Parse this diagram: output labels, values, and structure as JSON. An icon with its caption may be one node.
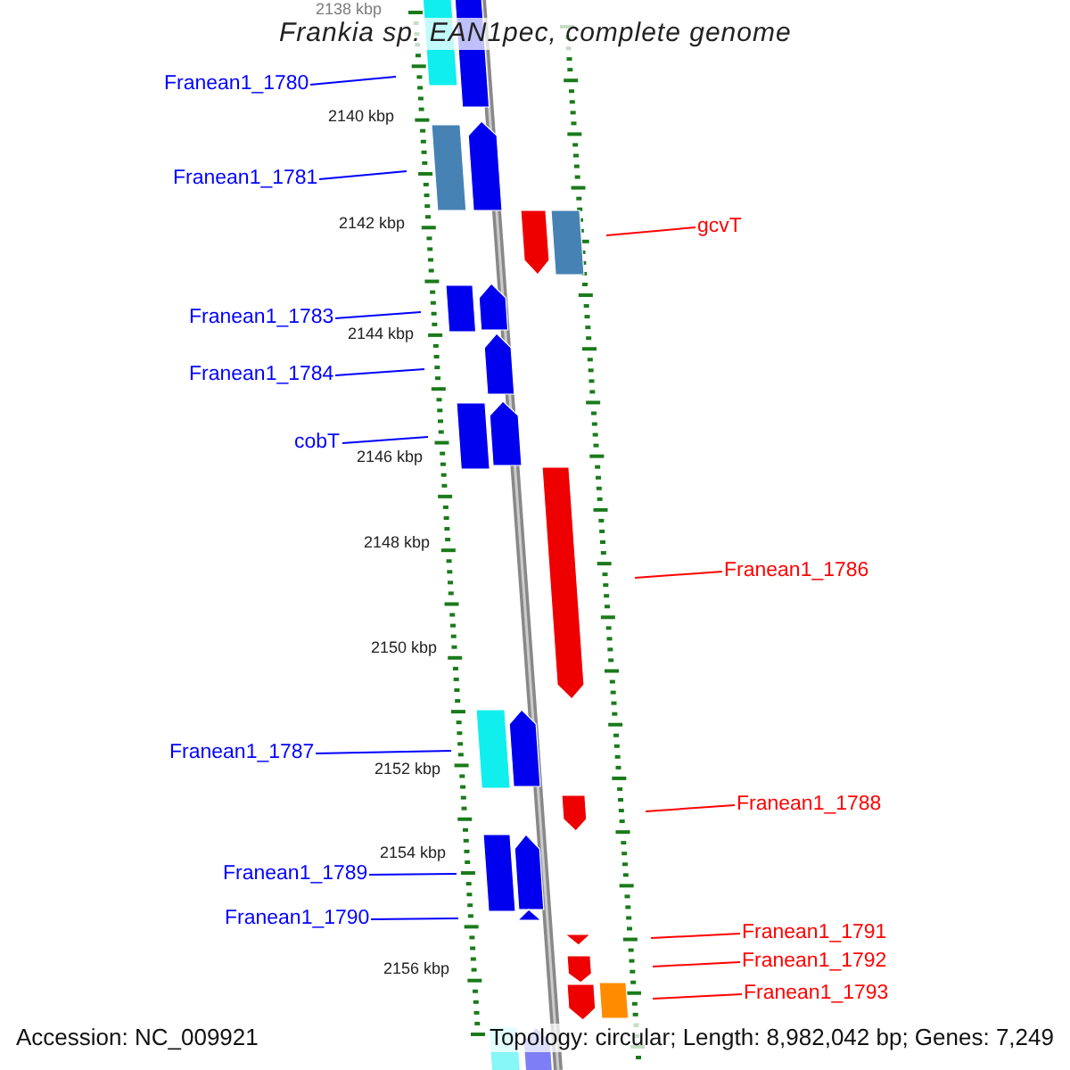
{
  "diagram": {
    "title": "Frankia sp. EAN1pec, complete genome",
    "nodes": [
      {
        "text": [
          "Franean1_1780"
        ]
      },
      {
        "text": [
          "Franean1_1781"
        ]
      },
      {
        "text": [
          "gcvT"
        ]
      },
      {
        "text": [
          "Franean1_1783"
        ]
      },
      {
        "text": [
          "Franean1_1784"
        ]
      },
      {
        "text": [
          "cobT"
        ]
      },
      {
        "text": [
          "Franean1_1786"
        ]
      },
      {
        "text": [
          "Franean1_1787"
        ]
      },
      {
        "text": [
          "Franean1_1788"
        ]
      },
      {
        "text": [
          "Franean1_1789"
        ]
      },
      {
        "text": [
          "Franean1_1790"
        ]
      },
      {
        "text": [
          "Franean1_1791"
        ]
      },
      {
        "text": [
          "Franean1_1792"
        ]
      },
      {
        "text": [
          "Franean1_1793"
        ]
      }
    ],
    "edges": [
      {
        "from": 0,
        "to": null,
        "arrow": "none"
      },
      {
        "from": 1,
        "to": null,
        "arrow": "none"
      },
      {
        "from": 2,
        "to": null,
        "arrow": "none",
        "color": "#ff0000"
      },
      {
        "from": 3,
        "to": null,
        "arrow": "none"
      },
      {
        "from": 4,
        "to": null,
        "arrow": "none"
      },
      {
        "from": 5,
        "to": null,
        "arrow": "none"
      },
      {
        "from": 6,
        "to": null,
        "arrow": "none",
        "color": "#ff0000"
      },
      {
        "from": 7,
        "to": null,
        "arrow": "none"
      },
      {
        "from": 8,
        "to": null,
        "arrow": "none",
        "color": "#ff0000"
      },
      {
        "from": 9,
        "to": null,
        "arrow": "none"
      },
      {
        "from": 10,
        "to": null,
        "arrow": "none"
      },
      {
        "from": 11,
        "to": null,
        "arrow": "none",
        "color": "#ff0000"
      },
      {
        "from": 12,
        "to": null,
        "arrow": "none",
        "color": "#ff0000"
      },
      {
        "from": 13,
        "to": null,
        "arrow": "none",
        "color": "#ff0000"
      }
    ],
    "labels": [
      "2138 kbp",
      "2140 kbp",
      "2142 kbp",
      "2144 kbp",
      "2146 kbp",
      "2148 kbp",
      "2150 kbp",
      "2152 kbp",
      "2154 kbp",
      "2156 kbp",
      "Accession: NC_009921",
      "Topology: circular; Length: 8,982,042 bp; Genes: 7,249"
    ]
  }
}
